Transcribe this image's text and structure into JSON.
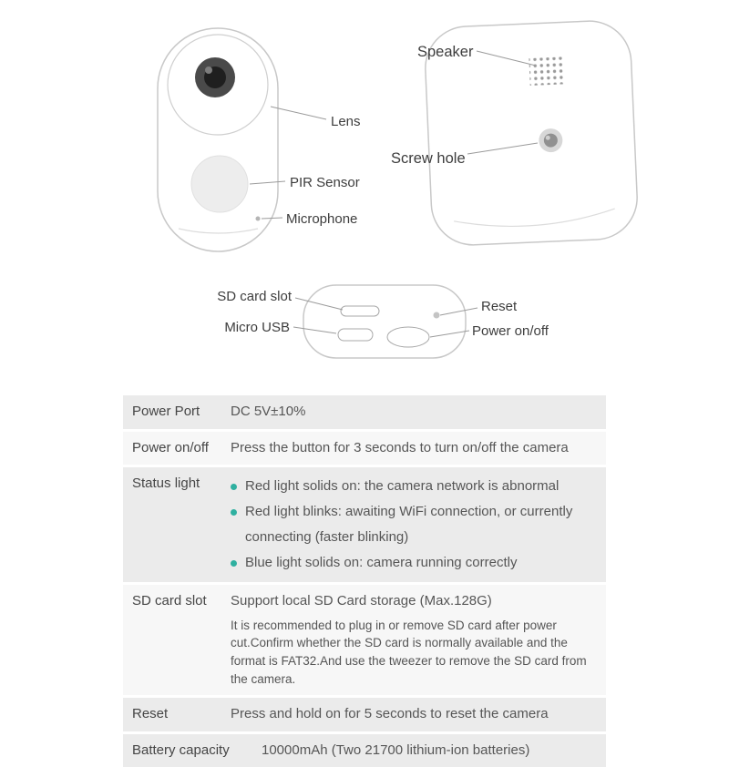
{
  "page": {
    "background": "#ffffff"
  },
  "diagram": {
    "labels": {
      "speaker": "Speaker",
      "lens": "Lens",
      "screw_hole": "Screw hole",
      "pir_sensor": "PIR Sensor",
      "microphone": "Microphone",
      "sd_card_slot": "SD card slot",
      "micro_usb": "Micro USB",
      "reset": "Reset",
      "power_on_off": "Power on/off"
    }
  },
  "spec_table": {
    "bullet_color": "#2fb0a0",
    "row_shade_dark": "#ebebeb",
    "row_shade_light": "#f7f7f7",
    "rows": [
      {
        "label": "Power Port",
        "value": "DC 5V±10%"
      },
      {
        "label": "Power on/off",
        "value": "Press the button for 3 seconds to turn on/off the camera"
      },
      {
        "label": "Status light",
        "bullets": [
          "Red light solids on: the camera network is abnormal",
          "Red light blinks: awaiting WiFi connection, or currently connecting (faster blinking)",
          "Blue light solids on: camera running correctly"
        ]
      },
      {
        "label": "SD card slot",
        "value": "Support local SD Card storage (Max.128G)",
        "note": "It is recommended to plug in or remove SD card after power cut.Confirm whether the SD card is normally available and the format is FAT32.And use the tweezer to remove the SD card from the camera."
      },
      {
        "label": "Reset",
        "value": "Press and hold on for 5 seconds to reset the camera"
      },
      {
        "label": "Battery capacity",
        "value": "10000mAh (Two 21700 lithium-ion batteries)"
      }
    ]
  }
}
